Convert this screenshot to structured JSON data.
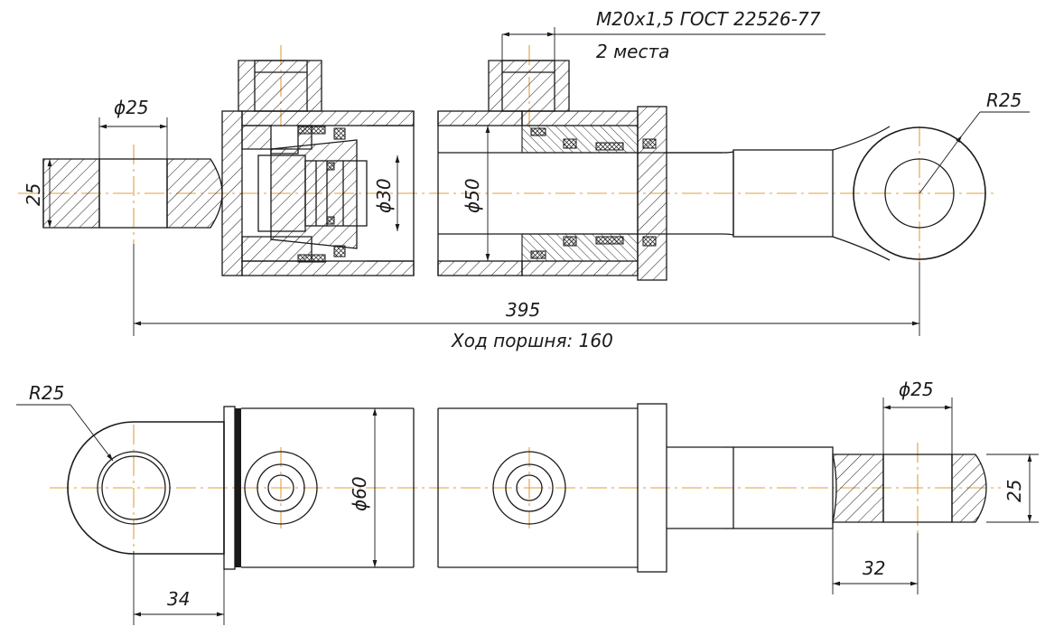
{
  "labels": {
    "thread_spec": "M20x1,5 ГОСТ 22526-77",
    "thread_count": "2 места",
    "top_pin_dia": "ϕ25",
    "top_eye_width": "25",
    "bore_30": "ϕ30",
    "bore_50": "ϕ50",
    "top_radius": "R25",
    "length_395": "395",
    "stroke": "Ход поршня: 160",
    "bottom_radius": "R25",
    "bottom_pin_dia": "ϕ25",
    "body_dia": "ϕ60",
    "bottom_eye_width": "25",
    "offset_34": "34",
    "offset_32": "32"
  },
  "colors": {
    "line": "#1a1a1a",
    "axis": "#e0a040",
    "background": "#ffffff"
  }
}
